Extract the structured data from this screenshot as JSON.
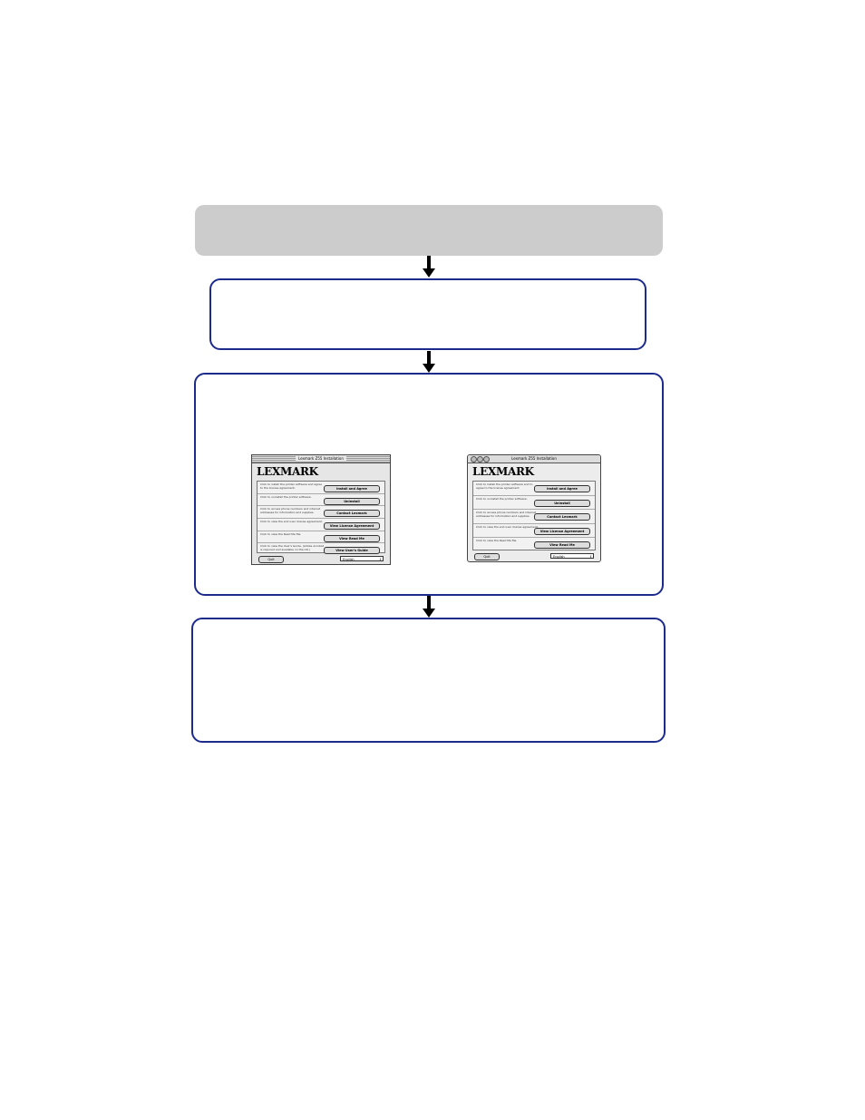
{
  "flowchart": {
    "steps": [
      {
        "id": "step-1",
        "text": ""
      },
      {
        "id": "step-2",
        "text": ""
      },
      {
        "id": "step-3",
        "text": ""
      },
      {
        "id": "step-4",
        "text": ""
      }
    ]
  },
  "screenshots": {
    "classic": {
      "title": "Lexmark Z55 Installation",
      "logo": "LEXMARK",
      "rows": [
        {
          "text": "Click to install the printer software and agree to the license agreement.",
          "button": "Install and Agree"
        },
        {
          "text": "Click to uninstall the printer software.",
          "button": "Uninstall"
        },
        {
          "text": "Click to access phone numbers and internet addresses for information and supplies.",
          "button": "Contact Lexmark"
        },
        {
          "text": "Click to view the end user license agreement.",
          "button": "View License Agreement"
        },
        {
          "text": "Click to view the Read Me file.",
          "button": "View Read Me"
        },
        {
          "text": "Click to view the User's Guide. (Adobe Acrobat is required and available on the CD.)",
          "button": "View User's Guide"
        }
      ],
      "quit": "Quit",
      "language": "English"
    },
    "osx": {
      "title": "Lexmark Z55 Installation",
      "logo": "LEXMARK",
      "rows": [
        {
          "text": "Click to install the printer software and to agree to the license agreement.",
          "button": "Install and Agree"
        },
        {
          "text": "Click to uninstall the printer software.",
          "button": "Uninstall"
        },
        {
          "text": "Click to access phone numbers and internet addresses for information and supplies.",
          "button": "Contact Lexmark"
        },
        {
          "text": "Click to view the end user license agreement.",
          "button": "View License Agreement"
        },
        {
          "text": "Click to view the Read Me file.",
          "button": "View Read Me"
        }
      ],
      "quit": "Quit",
      "language": "English"
    }
  },
  "colors": {
    "box_border": "#1c2a8c",
    "header_fill": "#cccccc",
    "arrow": "#000000"
  }
}
